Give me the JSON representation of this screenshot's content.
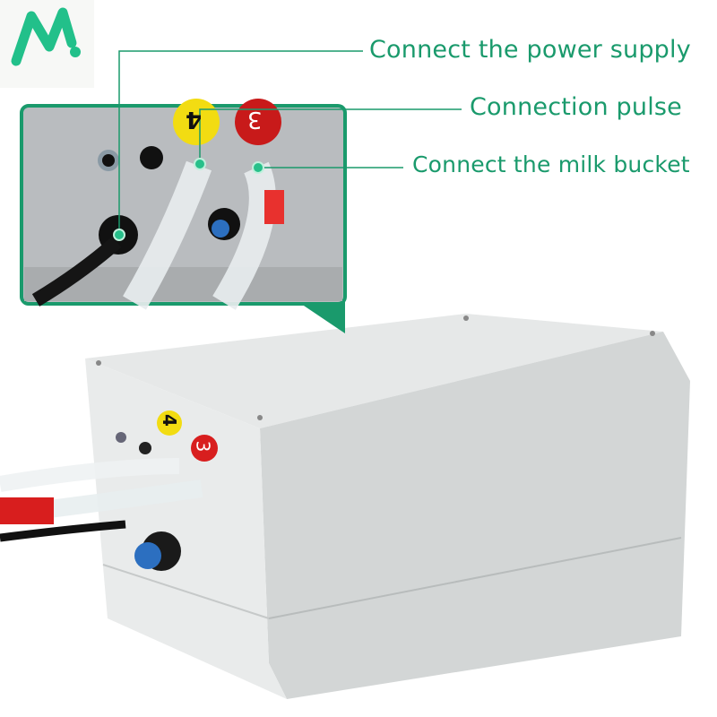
{
  "logo": {
    "text": "M.",
    "color": "#22c08a"
  },
  "callouts": [
    {
      "label": "Connect the power supply"
    },
    {
      "label": "Connection pulse"
    },
    {
      "label": "Connect the milk bucket"
    }
  ],
  "port_stickers": [
    {
      "number": "4",
      "color": "#f2dc12"
    },
    {
      "number": "3",
      "color": "#d81e1e"
    }
  ],
  "colors": {
    "accent": "#1a9a6c",
    "enclosure": "#d9dcdc"
  }
}
